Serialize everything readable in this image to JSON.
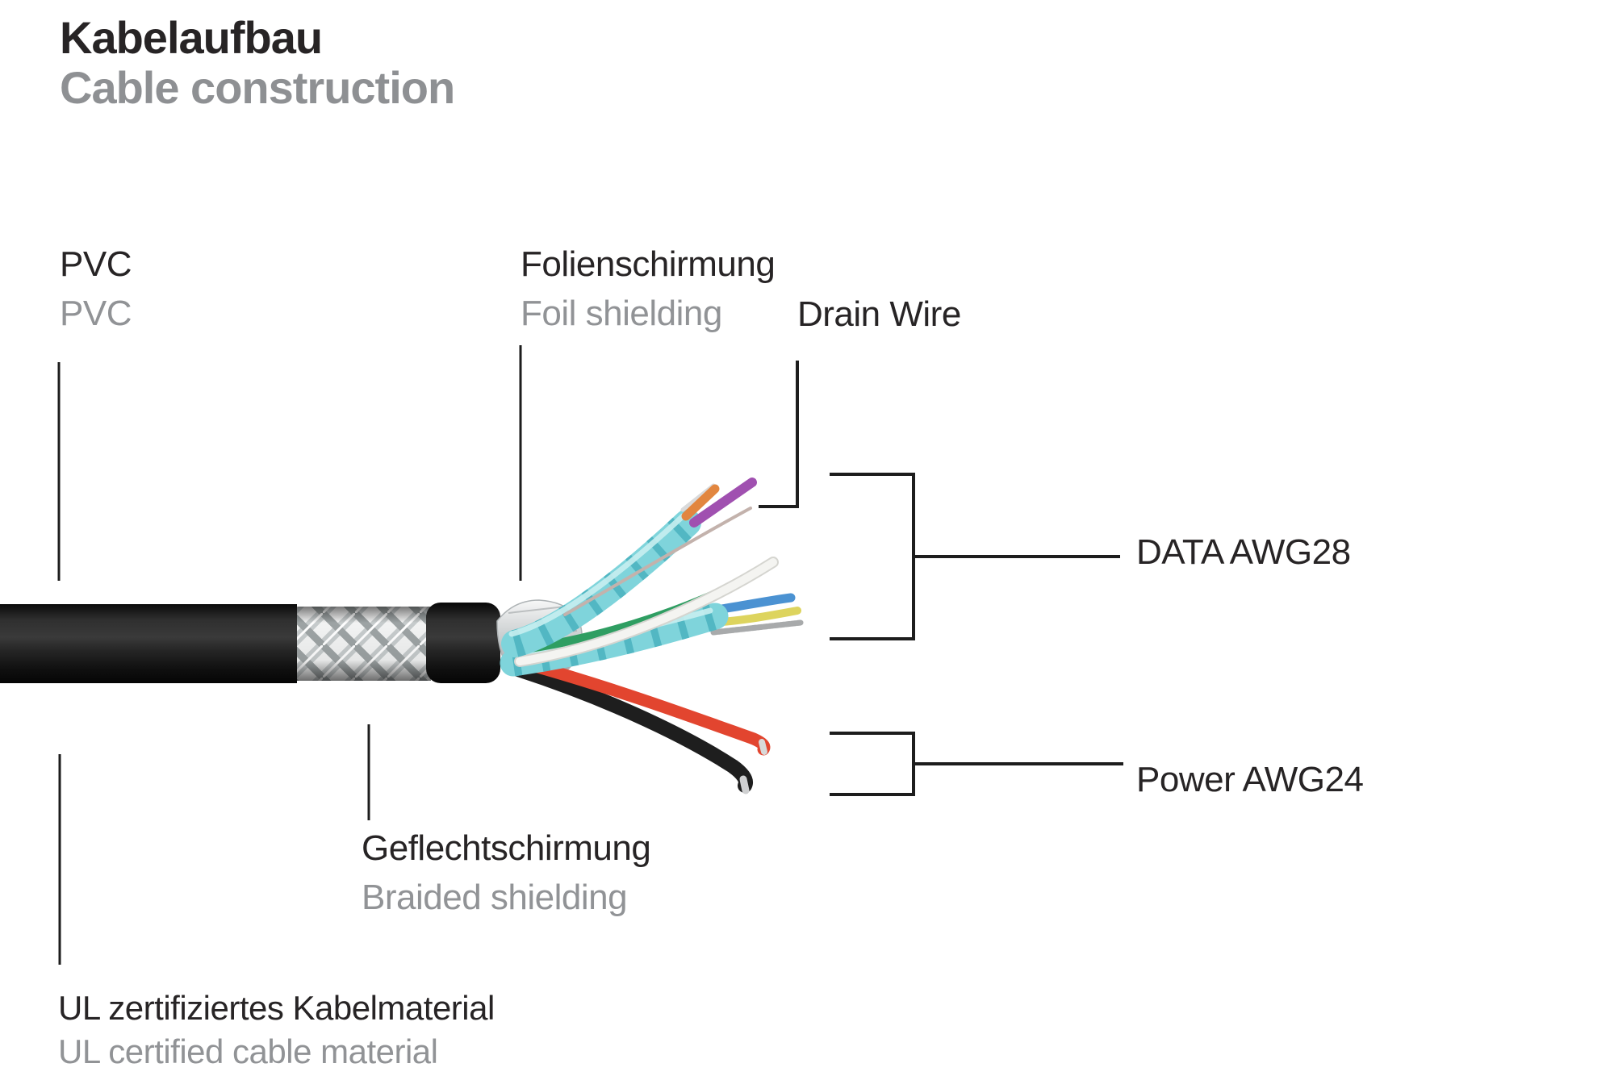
{
  "title": {
    "de": "Kabelaufbau",
    "en": "Cable construction"
  },
  "labels": {
    "pvc": {
      "de": "PVC",
      "en": "PVC"
    },
    "foil": {
      "de": "Folienschirmung",
      "en": "Foil shielding"
    },
    "drain": {
      "en": "Drain Wire"
    },
    "data": {
      "en": "DATA AWG28"
    },
    "power": {
      "en": "Power AWG24"
    },
    "braid": {
      "de": "Geflechtschirmung",
      "en": "Braided shielding"
    },
    "ul": {
      "de": "UL zertifiziertes Kabelmaterial",
      "en": "UL certified cable material"
    }
  },
  "colors": {
    "text_dark": "#272425",
    "text_gray": "#919396",
    "leader_line": "#1d1d1d",
    "jacket_black": "#161616",
    "braid_silver": "#d9dcdc",
    "pair_foil_aqua": "#7fd4db",
    "pair_foil_aqua_dark": "#43aebb",
    "wire_green": "#2f9e62",
    "wire_white": "#f4f4f1",
    "wire_orange": "#e2863f",
    "wire_purple": "#a050b0",
    "wire_blue": "#4b92d2",
    "wire_yellow": "#ddd45e",
    "wire_red": "#e2452f",
    "wire_black": "#1e1e1e",
    "drain_wire_silver": "#c3b2ac"
  }
}
